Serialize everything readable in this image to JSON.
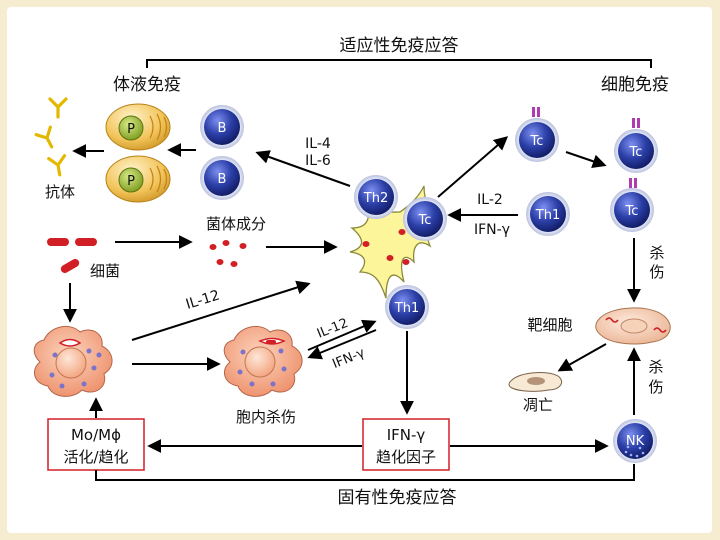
{
  "title_adaptive": "适应性免疫应答",
  "title_innate": "固有性免疫应答",
  "humoral": "体液免疫",
  "cellular": "细胞免疫",
  "antibody": "抗体",
  "bacteria": "细菌",
  "bacteria_components": "菌体成分",
  "il4": "IL-4",
  "il6": "IL-6",
  "il2": "IL-2",
  "ifn_gamma": "IFN-γ",
  "il12": "IL-12",
  "kill": [
    "杀",
    "伤"
  ],
  "target_cell": "靶细胞",
  "dead": "凋亡",
  "intracellular_kill": "胞内杀伤",
  "mo_activation": [
    "Mo/Mϕ",
    "活化/趋化"
  ],
  "ifn_chemokine": [
    "IFN-γ",
    "趋化因子"
  ],
  "cells": {
    "plasma": "P",
    "b": "B",
    "th2": "Th2",
    "tc": "Tc",
    "th1": "Th1",
    "nk": "NK"
  },
  "colors": {
    "blue_cell": "#2b3fa8",
    "plasma_cell": "#f2c45a",
    "macrophage": "#f3a27c",
    "dendritic": "#fdf59a",
    "red": "#d21f26"
  }
}
